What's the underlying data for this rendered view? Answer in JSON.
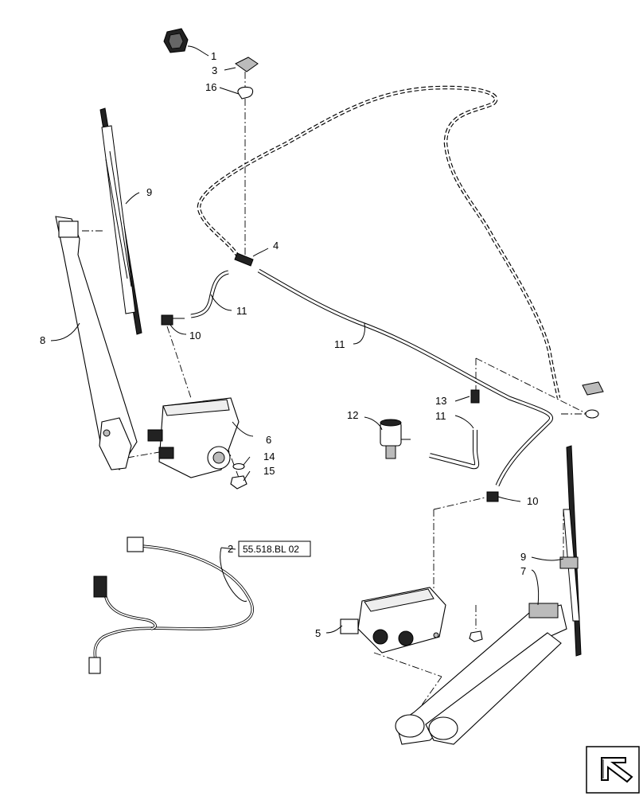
{
  "callouts": {
    "c1": "1",
    "c3": "3",
    "c16": "16",
    "c9a": "9",
    "c8": "8",
    "c4": "4",
    "c11a": "11",
    "c10a": "10",
    "c11b": "11",
    "c6": "6",
    "c14": "14",
    "c15": "15",
    "c13": "13",
    "c12": "12",
    "c11c": "11",
    "c10b": "10",
    "c2": "2",
    "c9b": "9",
    "c7": "7",
    "c5": "5"
  },
  "reference": {
    "label": "55.518.BL 02"
  },
  "icons": {
    "navigation": "arrow-pointing-down-left-icon"
  }
}
